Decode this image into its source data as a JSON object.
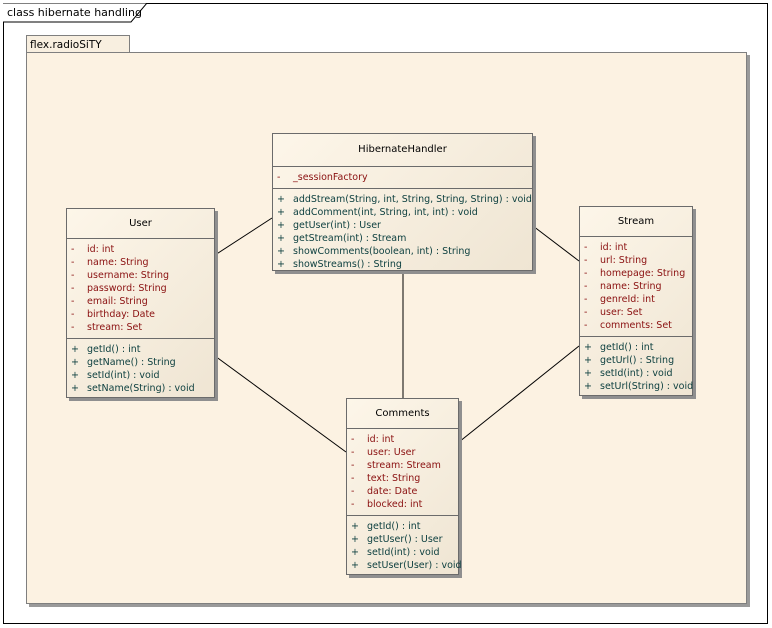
{
  "frame": {
    "title": "class hibernate handling"
  },
  "package": {
    "name": "flex.radioSiTY"
  },
  "classes": {
    "hibernate": {
      "name": "HibernateHandler",
      "attributes": [
        {
          "vis": "-",
          "text": "_sessionFactory"
        }
      ],
      "operations": [
        {
          "vis": "+",
          "text": "addStream(String, int, String, String, String) : void"
        },
        {
          "vis": "+",
          "text": "addComment(int, String, int, int) : void"
        },
        {
          "vis": "+",
          "text": "getUser(int) : User"
        },
        {
          "vis": "+",
          "text": "getStream(int) : Stream"
        },
        {
          "vis": "+",
          "text": "showComments(boolean, int) : String"
        },
        {
          "vis": "+",
          "text": "showStreams() : String"
        }
      ]
    },
    "user": {
      "name": "User",
      "attributes": [
        {
          "vis": "-",
          "text": "id:  int"
        },
        {
          "vis": "-",
          "text": "name:  String"
        },
        {
          "vis": "-",
          "text": "username:  String"
        },
        {
          "vis": "-",
          "text": "password:  String"
        },
        {
          "vis": "-",
          "text": "email:  String"
        },
        {
          "vis": "-",
          "text": "birthday:  Date"
        },
        {
          "vis": "-",
          "text": "stream:  Set"
        }
      ],
      "operations": [
        {
          "vis": "+",
          "text": "getId() : int"
        },
        {
          "vis": "+",
          "text": "getName() : String"
        },
        {
          "vis": "+",
          "text": "setId(int) : void"
        },
        {
          "vis": "+",
          "text": "setName(String) : void"
        }
      ]
    },
    "stream": {
      "name": "Stream",
      "attributes": [
        {
          "vis": "-",
          "text": "id:  int"
        },
        {
          "vis": "-",
          "text": "url:  String"
        },
        {
          "vis": "-",
          "text": "homepage:  String"
        },
        {
          "vis": "-",
          "text": "name:  String"
        },
        {
          "vis": "-",
          "text": "genreId:  int"
        },
        {
          "vis": "-",
          "text": "user:  Set"
        },
        {
          "vis": "-",
          "text": "comments:  Set"
        }
      ],
      "operations": [
        {
          "vis": "+",
          "text": "getId() : int"
        },
        {
          "vis": "+",
          "text": "getUrl() : String"
        },
        {
          "vis": "+",
          "text": "setId(int) : void"
        },
        {
          "vis": "+",
          "text": "setUrl(String) : void"
        }
      ]
    },
    "comments": {
      "name": "Comments",
      "attributes": [
        {
          "vis": "-",
          "text": "id:  int"
        },
        {
          "vis": "-",
          "text": "user:  User"
        },
        {
          "vis": "-",
          "text": "stream:  Stream"
        },
        {
          "vis": "-",
          "text": "text:  String"
        },
        {
          "vis": "-",
          "text": "date:  Date"
        },
        {
          "vis": "-",
          "text": "blocked:  int"
        }
      ],
      "operations": [
        {
          "vis": "+",
          "text": "getId() : int"
        },
        {
          "vis": "+",
          "text": "getUser() : User"
        },
        {
          "vis": "+",
          "text": "setId(int) : void"
        },
        {
          "vis": "+",
          "text": "setUser(User) : void"
        }
      ]
    }
  }
}
